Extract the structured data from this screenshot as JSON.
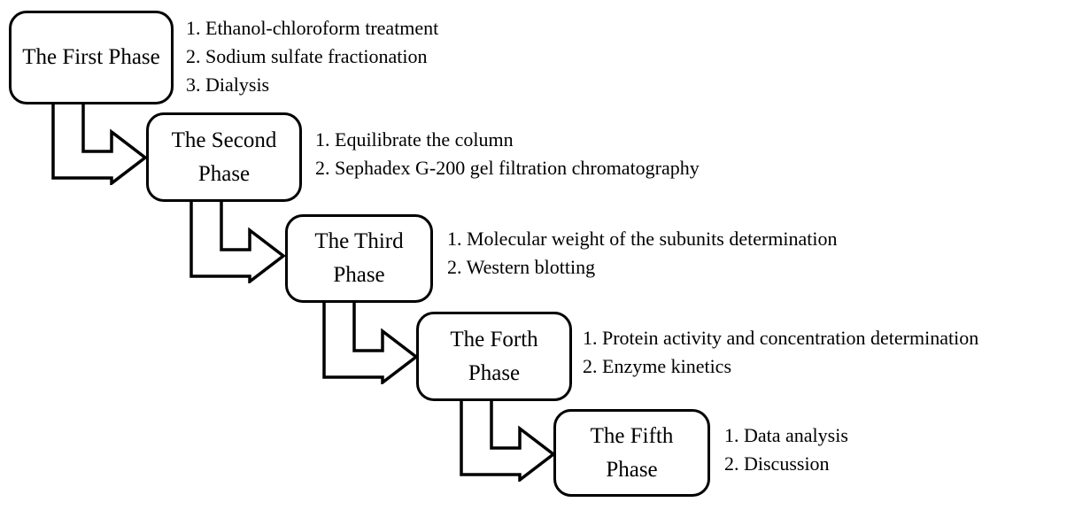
{
  "diagram": {
    "colors": {
      "stroke": "#000000",
      "background": "#ffffff",
      "text": "#000000"
    },
    "phases": [
      {
        "title": "The First Phase",
        "items": [
          "1. Ethanol-chloroform treatment",
          "2. Sodium sulfate fractionation",
          "3. Dialysis"
        ]
      },
      {
        "title": "The Second Phase",
        "items": [
          "1. Equilibrate the column",
          "2. Sephadex G-200 gel filtration chromatography"
        ]
      },
      {
        "title": "The Third Phase",
        "items": [
          "1. Molecular weight of the subunits determination",
          "2. Western blotting"
        ]
      },
      {
        "title": "The Forth Phase",
        "items": [
          "1. Protein activity and concentration determination",
          "2. Enzyme kinetics"
        ]
      },
      {
        "title": "The Fifth Phase",
        "items": [
          "1. Data analysis",
          "2. Discussion"
        ]
      }
    ]
  }
}
